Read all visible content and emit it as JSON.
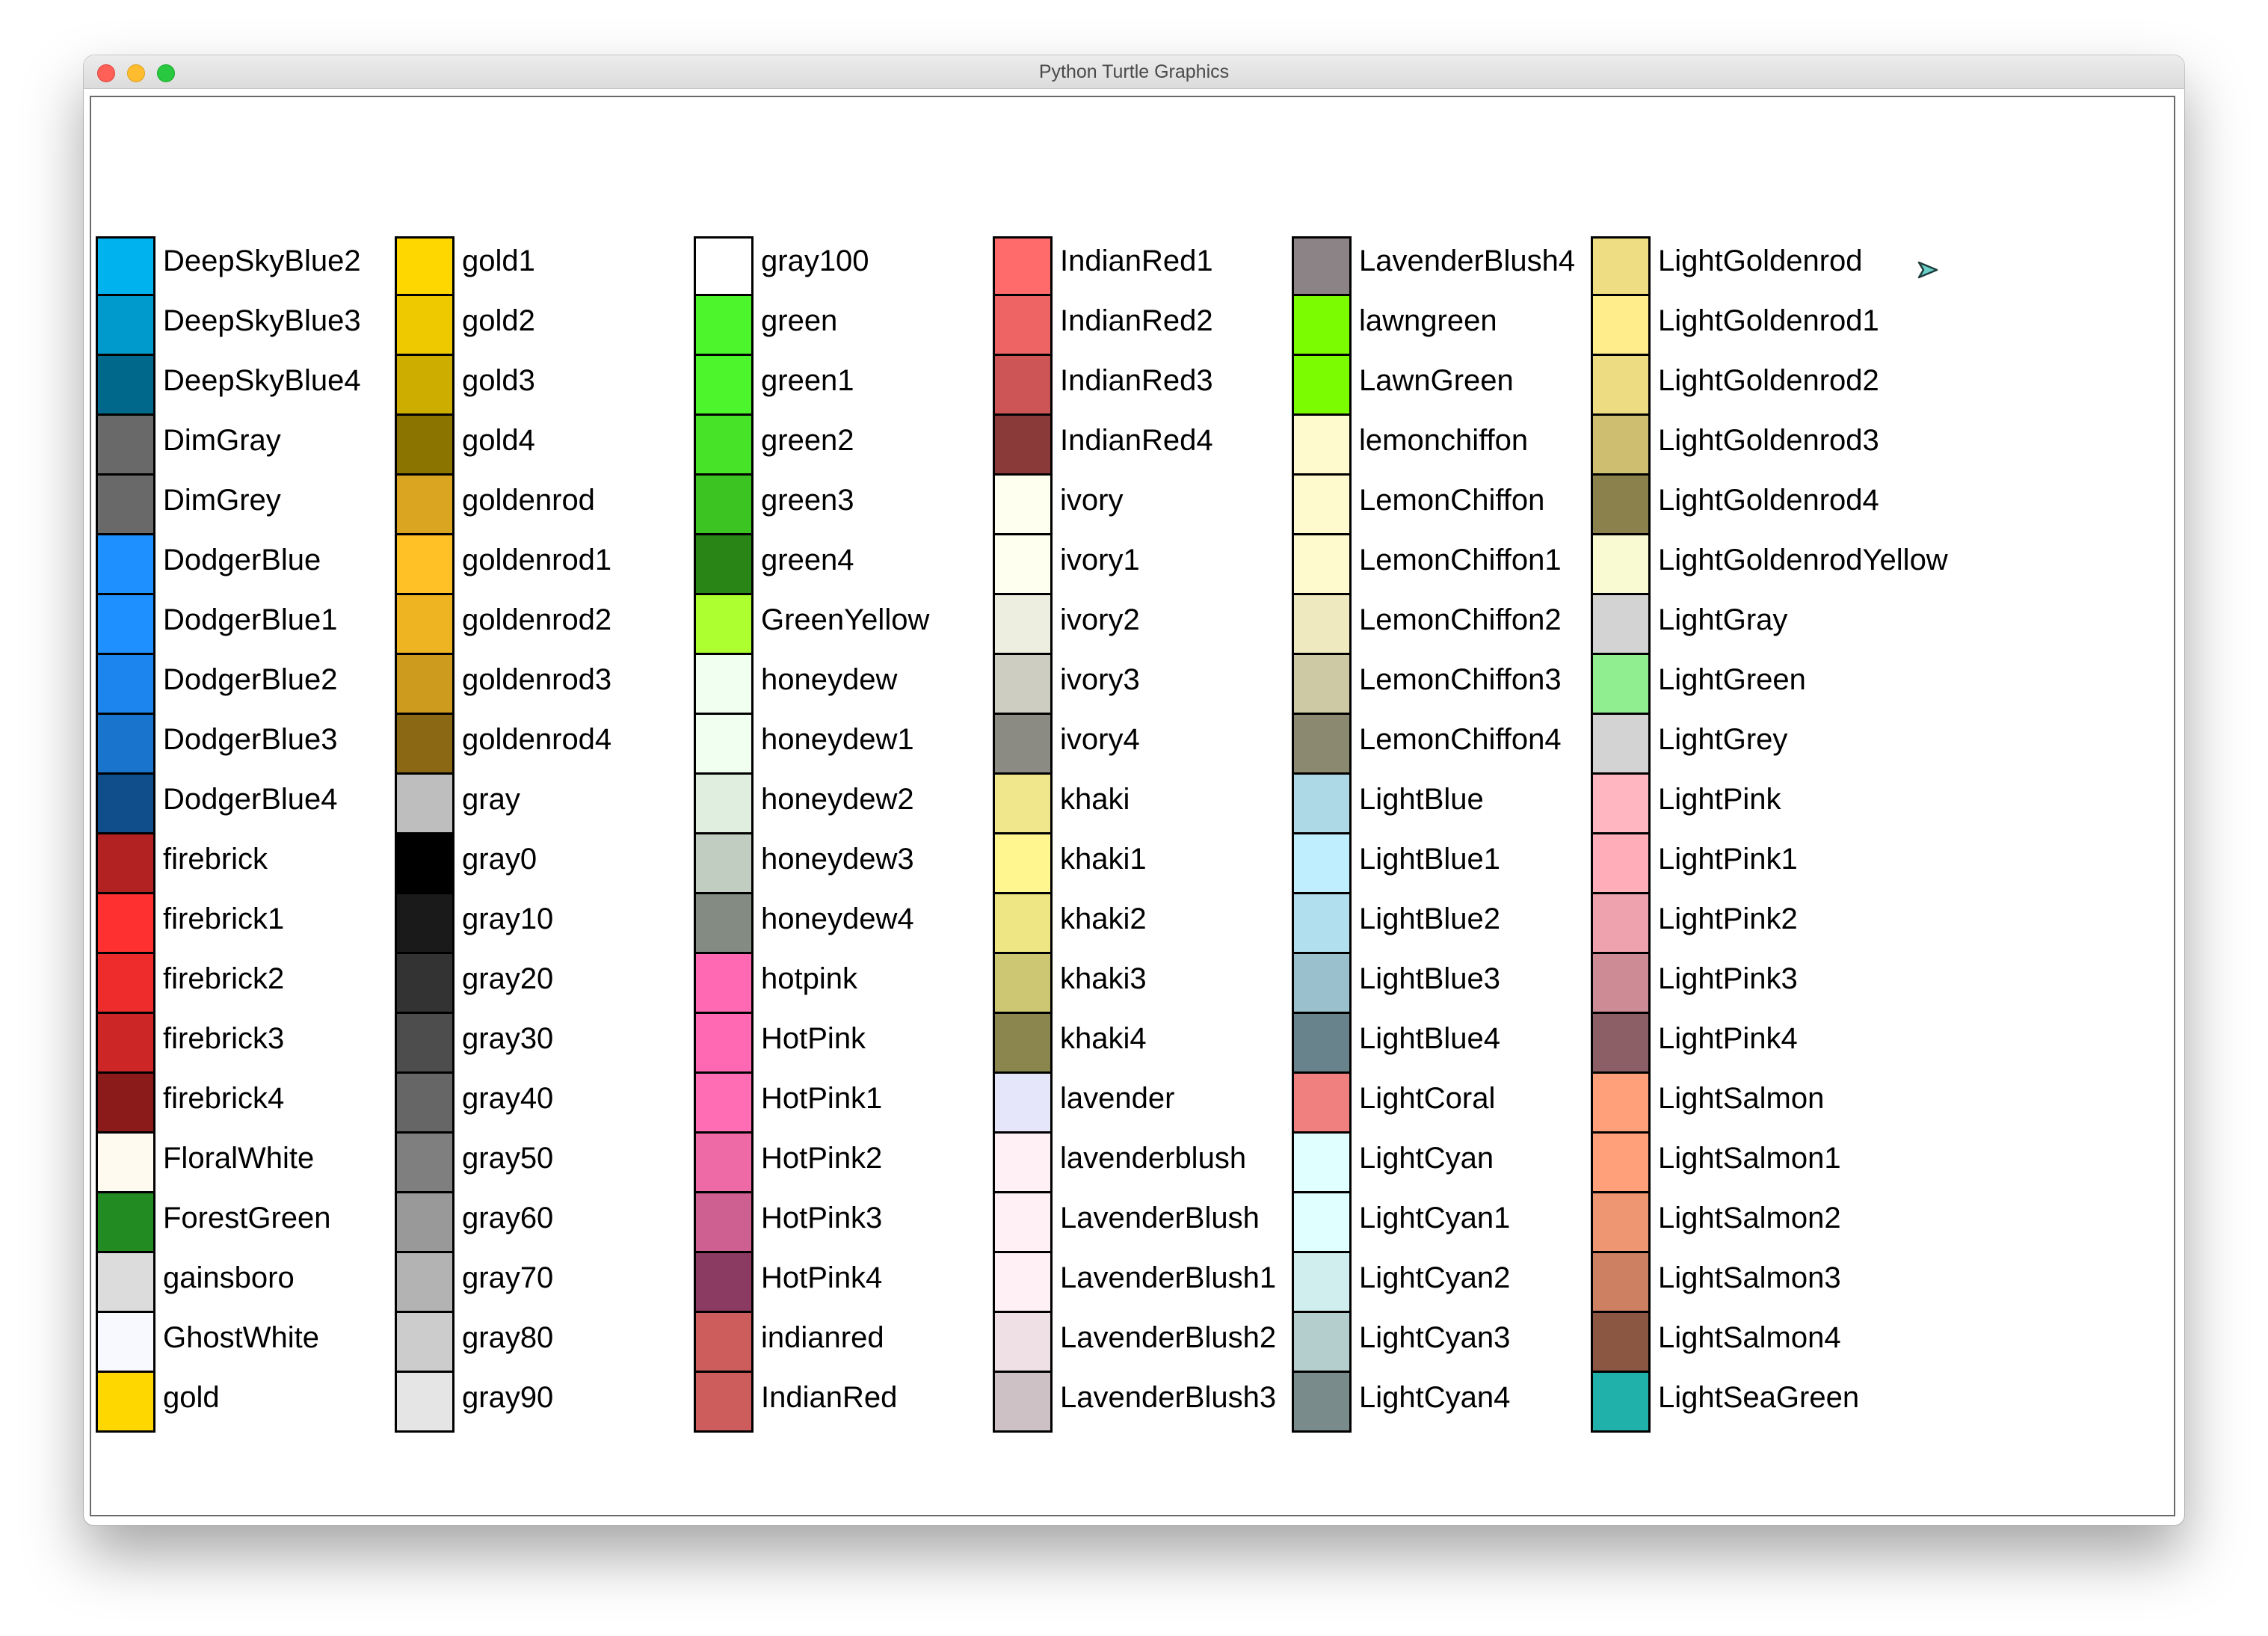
{
  "window": {
    "title": "Python Turtle Graphics"
  },
  "columns": [
    {
      "items": [
        {
          "name": "DeepSkyBlue2",
          "color": "#00b2ee"
        },
        {
          "name": "DeepSkyBlue3",
          "color": "#009acd"
        },
        {
          "name": "DeepSkyBlue4",
          "color": "#00688b"
        },
        {
          "name": "DimGray",
          "color": "#696969"
        },
        {
          "name": "DimGrey",
          "color": "#696969"
        },
        {
          "name": "DodgerBlue",
          "color": "#1e90ff"
        },
        {
          "name": "DodgerBlue1",
          "color": "#1e90ff"
        },
        {
          "name": "DodgerBlue2",
          "color": "#1c86ee"
        },
        {
          "name": "DodgerBlue3",
          "color": "#1874cd"
        },
        {
          "name": "DodgerBlue4",
          "color": "#104e8b"
        },
        {
          "name": "firebrick",
          "color": "#b22222"
        },
        {
          "name": "firebrick1",
          "color": "#ff3030"
        },
        {
          "name": "firebrick2",
          "color": "#ee2c2c"
        },
        {
          "name": "firebrick3",
          "color": "#cd2626"
        },
        {
          "name": "firebrick4",
          "color": "#8b1a1a"
        },
        {
          "name": "FloralWhite",
          "color": "#fffaf0"
        },
        {
          "name": "ForestGreen",
          "color": "#228b22"
        },
        {
          "name": "gainsboro",
          "color": "#dcdcdc"
        },
        {
          "name": "GhostWhite",
          "color": "#f8f8ff"
        },
        {
          "name": "gold",
          "color": "#ffd700"
        }
      ]
    },
    {
      "items": [
        {
          "name": "gold1",
          "color": "#ffd700"
        },
        {
          "name": "gold2",
          "color": "#eec900"
        },
        {
          "name": "gold3",
          "color": "#cdad00"
        },
        {
          "name": "gold4",
          "color": "#8b7500"
        },
        {
          "name": "goldenrod",
          "color": "#daa520"
        },
        {
          "name": "goldenrod1",
          "color": "#ffc125"
        },
        {
          "name": "goldenrod2",
          "color": "#eeb422"
        },
        {
          "name": "goldenrod3",
          "color": "#cd9b1d"
        },
        {
          "name": "goldenrod4",
          "color": "#8b6914"
        },
        {
          "name": "gray",
          "color": "#bebebe"
        },
        {
          "name": "gray0",
          "color": "#000000"
        },
        {
          "name": "gray10",
          "color": "#1a1a1a"
        },
        {
          "name": "gray20",
          "color": "#333333"
        },
        {
          "name": "gray30",
          "color": "#4d4d4d"
        },
        {
          "name": "gray40",
          "color": "#666666"
        },
        {
          "name": "gray50",
          "color": "#7f7f7f"
        },
        {
          "name": "gray60",
          "color": "#999999"
        },
        {
          "name": "gray70",
          "color": "#b3b3b3"
        },
        {
          "name": "gray80",
          "color": "#cccccc"
        },
        {
          "name": "gray90",
          "color": "#e5e5e5"
        }
      ]
    },
    {
      "items": [
        {
          "name": "gray100",
          "color": "#ffffff"
        },
        {
          "name": "green",
          "color": "#4cf52c"
        },
        {
          "name": "green1",
          "color": "#4cf52c"
        },
        {
          "name": "green2",
          "color": "#46e329"
        },
        {
          "name": "green3",
          "color": "#3cc423"
        },
        {
          "name": "green4",
          "color": "#2a8517"
        },
        {
          "name": "GreenYellow",
          "color": "#adff2f"
        },
        {
          "name": "honeydew",
          "color": "#f0fff0"
        },
        {
          "name": "honeydew1",
          "color": "#f0fff0"
        },
        {
          "name": "honeydew2",
          "color": "#e0eee0"
        },
        {
          "name": "honeydew3",
          "color": "#c1cdc1"
        },
        {
          "name": "honeydew4",
          "color": "#838b83"
        },
        {
          "name": "hotpink",
          "color": "#ff69b4"
        },
        {
          "name": "HotPink",
          "color": "#ff69b4"
        },
        {
          "name": "HotPink1",
          "color": "#ff6eb4"
        },
        {
          "name": "HotPink2",
          "color": "#ee6aa7"
        },
        {
          "name": "HotPink3",
          "color": "#cd6090"
        },
        {
          "name": "HotPink4",
          "color": "#8b3a62"
        },
        {
          "name": "indianred",
          "color": "#cd5c5c"
        },
        {
          "name": "IndianRed",
          "color": "#cd5c5c"
        }
      ]
    },
    {
      "items": [
        {
          "name": "IndianRed1",
          "color": "#ff6a6a"
        },
        {
          "name": "IndianRed2",
          "color": "#ee6363"
        },
        {
          "name": "IndianRed3",
          "color": "#cd5555"
        },
        {
          "name": "IndianRed4",
          "color": "#8b3a3a"
        },
        {
          "name": "ivory",
          "color": "#fffff0"
        },
        {
          "name": "ivory1",
          "color": "#fffff0"
        },
        {
          "name": "ivory2",
          "color": "#eeeee0"
        },
        {
          "name": "ivory3",
          "color": "#cdcdc1"
        },
        {
          "name": "ivory4",
          "color": "#8b8b83"
        },
        {
          "name": "khaki",
          "color": "#f0e68c"
        },
        {
          "name": "khaki1",
          "color": "#fff68f"
        },
        {
          "name": "khaki2",
          "color": "#eee685"
        },
        {
          "name": "khaki3",
          "color": "#cdc673"
        },
        {
          "name": "khaki4",
          "color": "#8b864e"
        },
        {
          "name": "lavender",
          "color": "#e6e6fa"
        },
        {
          "name": "lavenderblush",
          "color": "#fff0f5"
        },
        {
          "name": "LavenderBlush",
          "color": "#fff0f5"
        },
        {
          "name": "LavenderBlush1",
          "color": "#fff0f5"
        },
        {
          "name": "LavenderBlush2",
          "color": "#eee0e5"
        },
        {
          "name": "LavenderBlush3",
          "color": "#cdc1c5"
        }
      ]
    },
    {
      "items": [
        {
          "name": "LavenderBlush4",
          "color": "#8b8386"
        },
        {
          "name": "lawngreen",
          "color": "#7cfc00"
        },
        {
          "name": "LawnGreen",
          "color": "#7cfc00"
        },
        {
          "name": "lemonchiffon",
          "color": "#fffacd"
        },
        {
          "name": "LemonChiffon",
          "color": "#fffacd"
        },
        {
          "name": "LemonChiffon1",
          "color": "#fffacd"
        },
        {
          "name": "LemonChiffon2",
          "color": "#eee9bf"
        },
        {
          "name": "LemonChiffon3",
          "color": "#cdc9a5"
        },
        {
          "name": "LemonChiffon4",
          "color": "#8b8970"
        },
        {
          "name": "LightBlue",
          "color": "#add8e6"
        },
        {
          "name": "LightBlue1",
          "color": "#bfefff"
        },
        {
          "name": "LightBlue2",
          "color": "#b2dfee"
        },
        {
          "name": "LightBlue3",
          "color": "#9ac0cd"
        },
        {
          "name": "LightBlue4",
          "color": "#68838b"
        },
        {
          "name": "LightCoral",
          "color": "#f08080"
        },
        {
          "name": "LightCyan",
          "color": "#e0ffff"
        },
        {
          "name": "LightCyan1",
          "color": "#e0ffff"
        },
        {
          "name": "LightCyan2",
          "color": "#d1eeee"
        },
        {
          "name": "LightCyan3",
          "color": "#b4cdcd"
        },
        {
          "name": "LightCyan4",
          "color": "#7a8b8b"
        }
      ]
    },
    {
      "items": [
        {
          "name": "LightGoldenrod",
          "color": "#eedd82"
        },
        {
          "name": "LightGoldenrod1",
          "color": "#ffec8b"
        },
        {
          "name": "LightGoldenrod2",
          "color": "#eedc82"
        },
        {
          "name": "LightGoldenrod3",
          "color": "#cdbe70"
        },
        {
          "name": "LightGoldenrod4",
          "color": "#8b814c"
        },
        {
          "name": "LightGoldenrodYellow",
          "color": "#fafad2"
        },
        {
          "name": "LightGray",
          "color": "#d3d3d3"
        },
        {
          "name": "LightGreen",
          "color": "#90ee90"
        },
        {
          "name": "LightGrey",
          "color": "#d3d3d3"
        },
        {
          "name": "LightPink",
          "color": "#ffb6c1"
        },
        {
          "name": "LightPink1",
          "color": "#ffaeb9"
        },
        {
          "name": "LightPink2",
          "color": "#eea2ad"
        },
        {
          "name": "LightPink3",
          "color": "#cd8c95"
        },
        {
          "name": "LightPink4",
          "color": "#8b5f65"
        },
        {
          "name": "LightSalmon",
          "color": "#ffa07a"
        },
        {
          "name": "LightSalmon1",
          "color": "#ffa07a"
        },
        {
          "name": "LightSalmon2",
          "color": "#ee9572"
        },
        {
          "name": "LightSalmon3",
          "color": "#cd8162"
        },
        {
          "name": "LightSalmon4",
          "color": "#8b5742"
        },
        {
          "name": "LightSeaGreen",
          "color": "#20b2aa"
        }
      ]
    }
  ],
  "cursor": {
    "icon": "turtle-arrow-icon",
    "color": "#1e3c3c"
  }
}
